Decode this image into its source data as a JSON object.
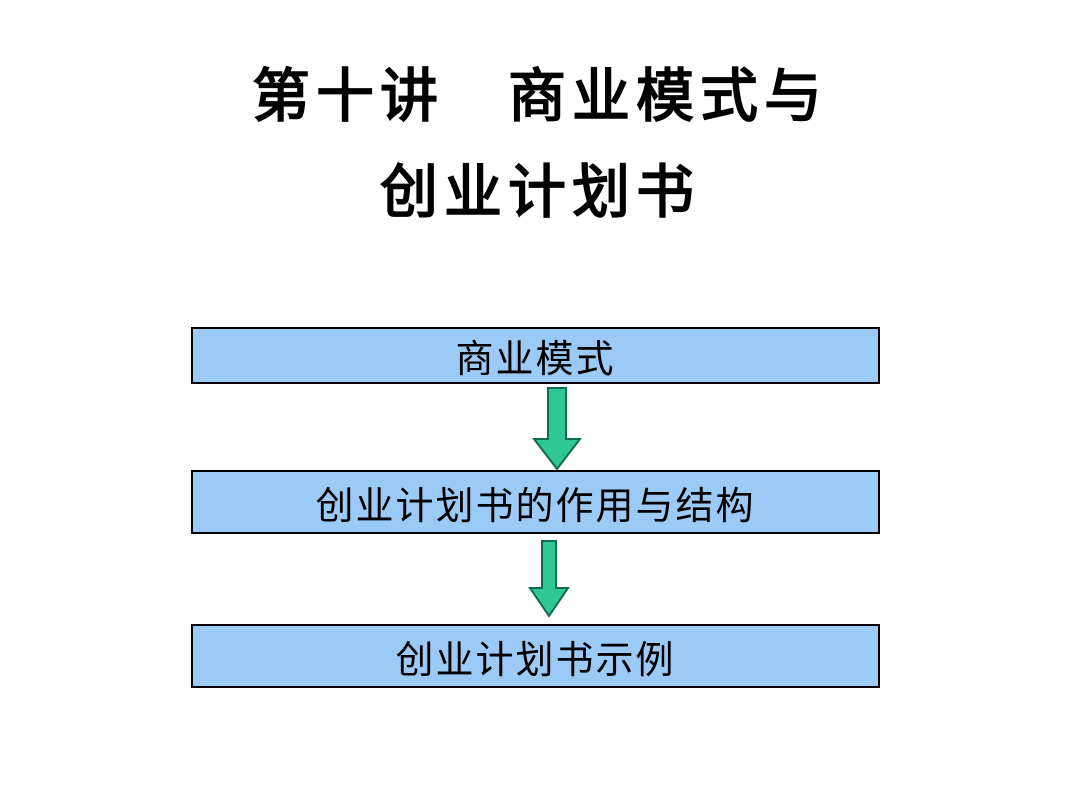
{
  "slide": {
    "title_line1": "第十讲　商业模式与",
    "title_line2": "创业计划书"
  },
  "flow": {
    "boxes": [
      {
        "label": "商业模式"
      },
      {
        "label": "创业计划书的作用与结构"
      },
      {
        "label": "创业计划书示例"
      }
    ],
    "connector_icon": "down-arrow-icon"
  },
  "colors": {
    "background": "#ffffff",
    "title_color": "#000000",
    "box_fill": "#9CCAF6",
    "box_border": "#000000",
    "box_text": "#000000",
    "arrow_fill": "#2FC894",
    "arrow_outline": "#0C6B52"
  }
}
